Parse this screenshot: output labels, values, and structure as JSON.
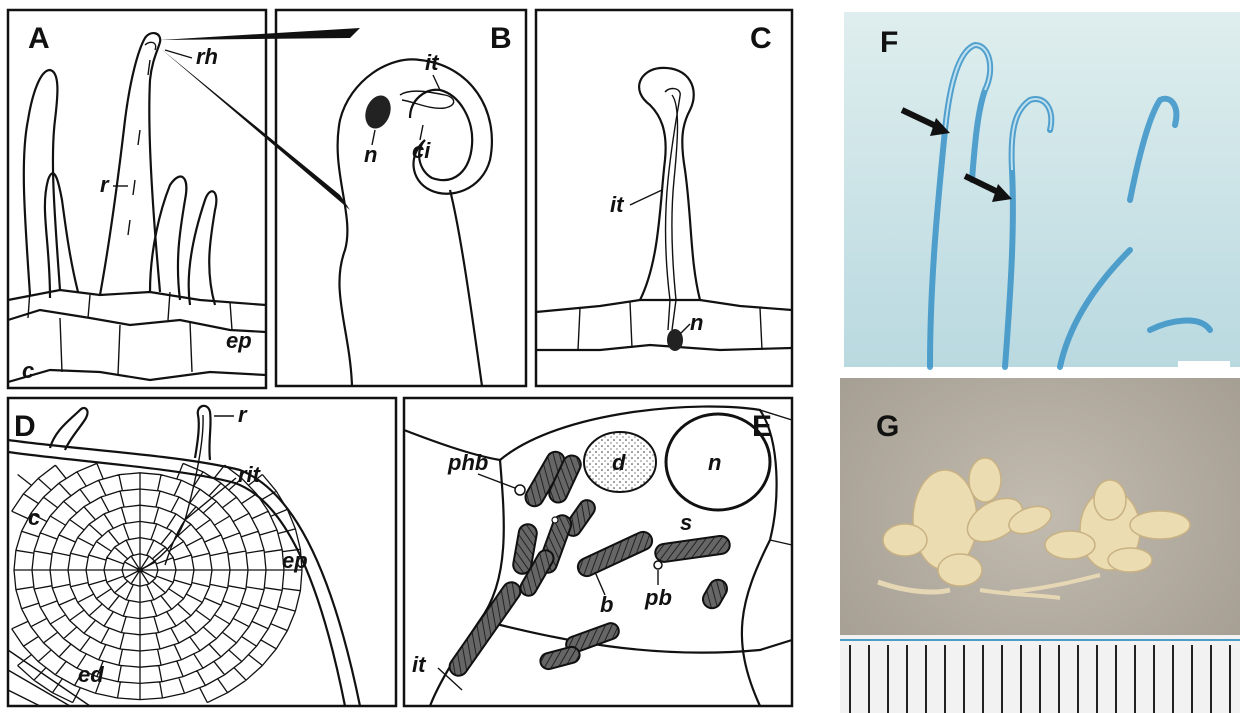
{
  "panels": {
    "A": {
      "label": "A",
      "annotations": {
        "rh": "rh",
        "r": "r",
        "ep": "ep",
        "c": "c"
      }
    },
    "B": {
      "label": "B",
      "annotations": {
        "it": "it",
        "n": "n",
        "ci": "ci"
      }
    },
    "C": {
      "label": "C",
      "annotations": {
        "it": "it",
        "n": "n"
      }
    },
    "D": {
      "label": "D",
      "annotations": {
        "r": "r",
        "rit": "rit",
        "c": "c",
        "ep": "ep",
        "ed": "ed"
      }
    },
    "E": {
      "label": "E",
      "annotations": {
        "phb": "phb",
        "d": "d",
        "n": "n",
        "s": "s",
        "b": "b",
        "pb": "pb",
        "it": "it"
      }
    },
    "F": {
      "label": "F"
    },
    "G": {
      "label": "G"
    }
  },
  "colors": {
    "photo_f_bg": "#cfe3e4",
    "root_hair_blue": "#2f8fc8",
    "photo_g_bg": "#b8b0a4",
    "nodule": "#e8d9b0",
    "ruler": "#222222"
  }
}
